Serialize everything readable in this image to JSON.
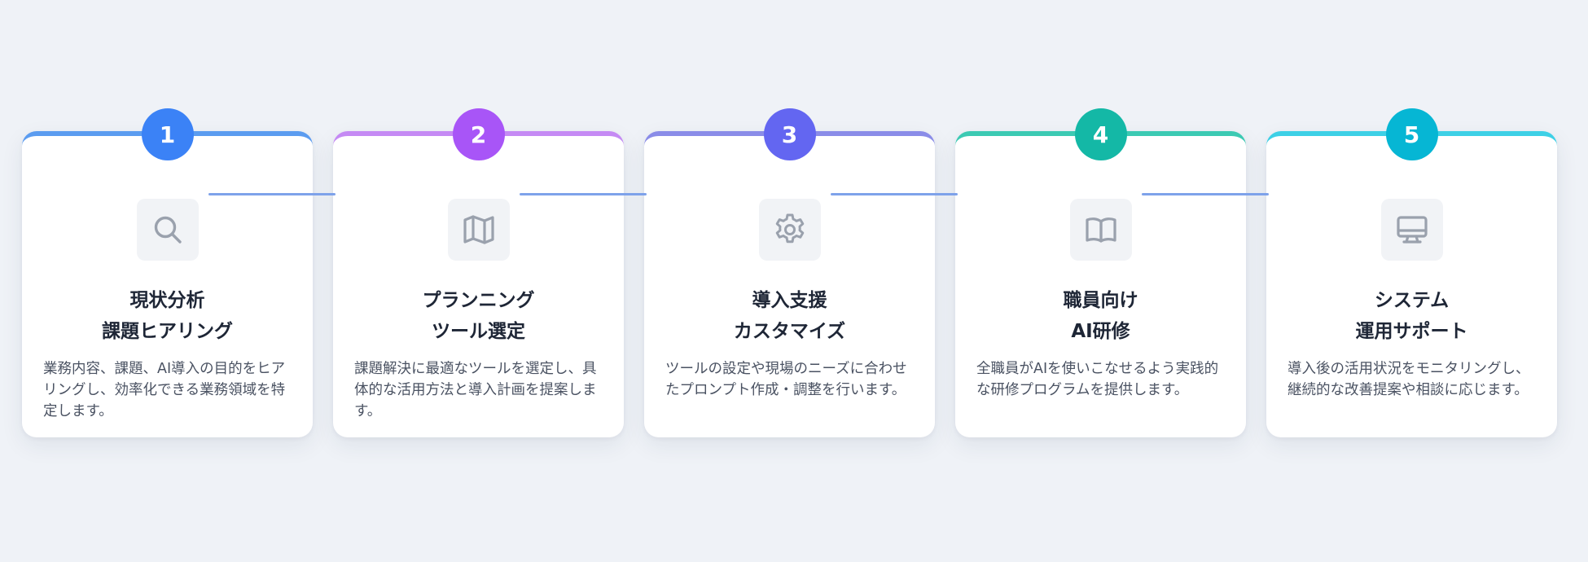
{
  "steps": [
    {
      "number": "1",
      "title_line1": "現状分析",
      "title_line2": "課題ヒアリング",
      "description": "業務内容、課題、AI導入の目的をヒアリングし、効率化できる業務領域を特定します。",
      "icon": "search-icon",
      "color": "#3b82f6",
      "top_border_color": "#5b9cf0"
    },
    {
      "number": "2",
      "title_line1": "プランニング",
      "title_line2": "ツール選定",
      "description": "課題解決に最適なツールを選定し、具体的な活用方法と導入計画を提案します。",
      "icon": "map-icon",
      "color": "#a855f7",
      "top_border_color": "#c58af4"
    },
    {
      "number": "3",
      "title_line1": "導入支援",
      "title_line2": "カスタマイズ",
      "description": "ツールの設定や現場のニーズに合わせたプロンプト作成・調整を行います。",
      "icon": "gear-icon",
      "color": "#6366f1",
      "top_border_color": "#8a8ce8"
    },
    {
      "number": "4",
      "title_line1": "職員向け",
      "title_line2": "AI研修",
      "description": "全職員がAIを使いこなせるよう実践的な研修プログラムを提供します。",
      "icon": "book-open-icon",
      "color": "#14b8a6",
      "top_border_color": "#3ccab3"
    },
    {
      "number": "5",
      "title_line1": "システム",
      "title_line2": "運用サポート",
      "description": "導入後の活用状況をモニタリングし、継続的な改善提案や相談に応じます。",
      "icon": "monitor-icon",
      "color": "#06b6d4",
      "top_border_color": "#3dd0e6"
    }
  ],
  "connector_color": "#7ea2ea",
  "icon_color": "#9aa1ad"
}
